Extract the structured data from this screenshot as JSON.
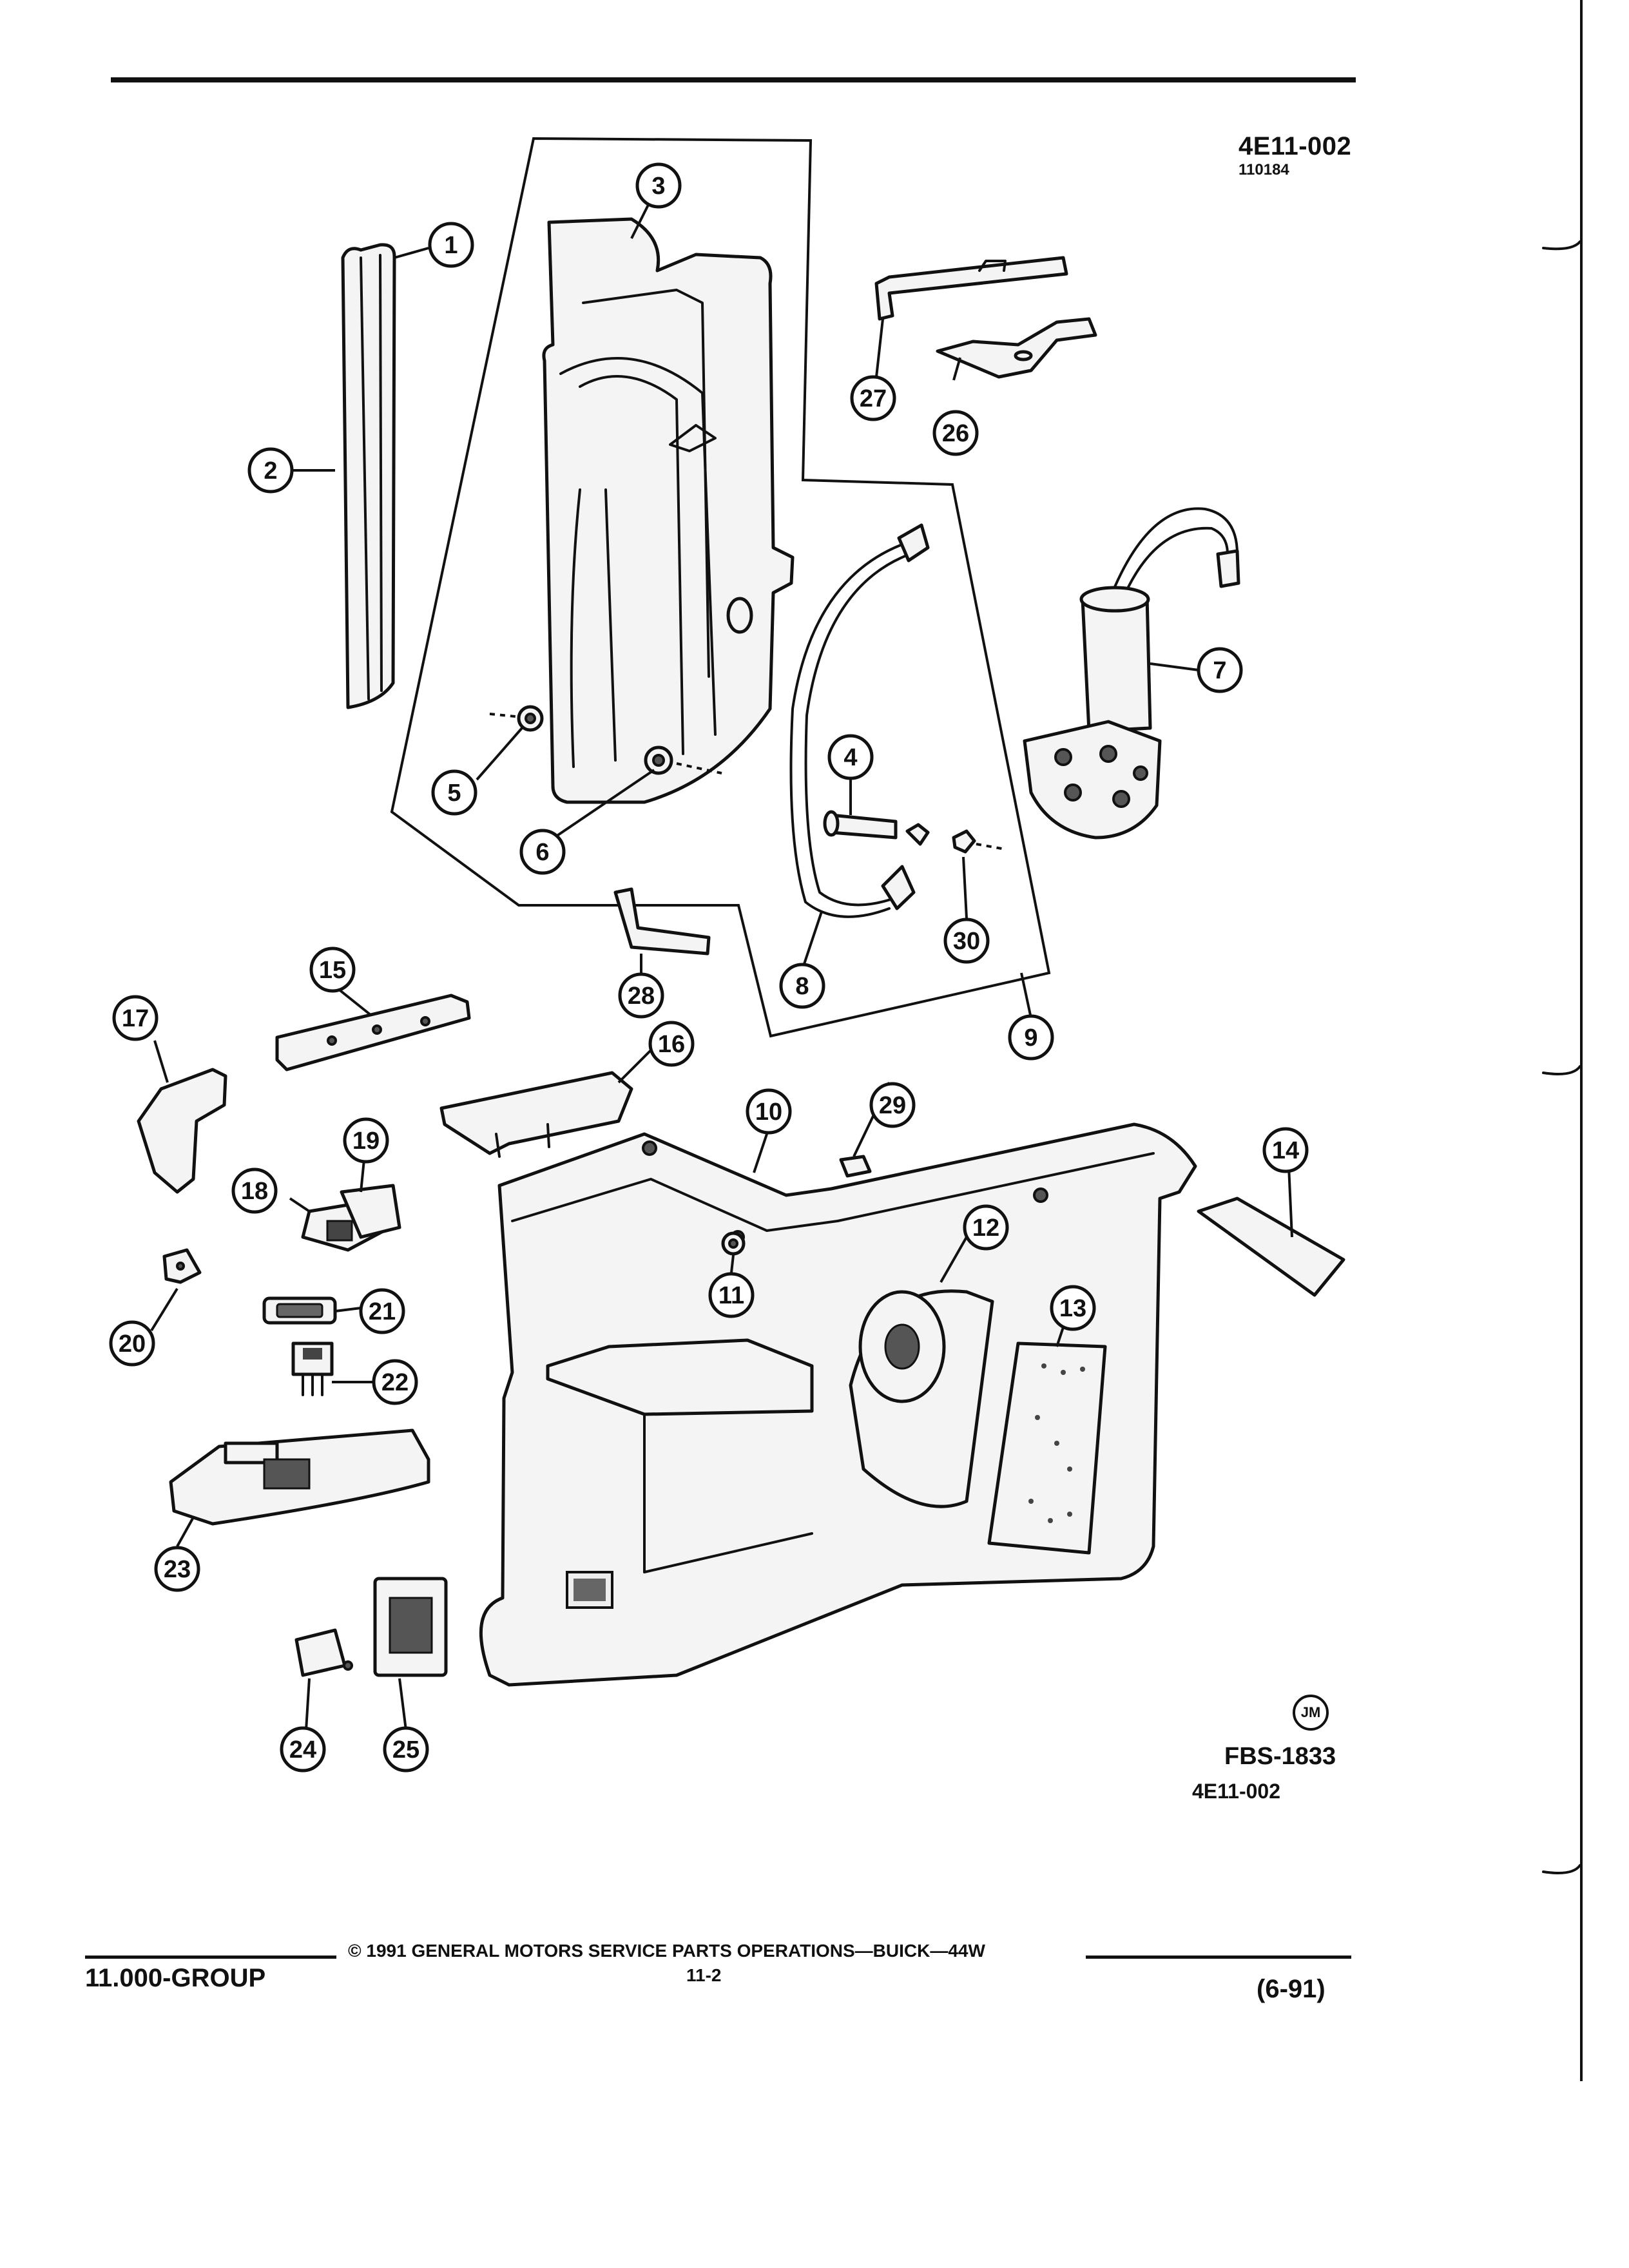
{
  "header": {
    "drawing_code": "4E11-002",
    "drawing_sub": "110184"
  },
  "figure": {
    "id": "FBS-1833",
    "ref": "4E11-002",
    "artist_mark": "JM",
    "callouts": [
      "1",
      "2",
      "3",
      "4",
      "5",
      "6",
      "7",
      "8",
      "9",
      "10",
      "11",
      "12",
      "13",
      "14",
      "15",
      "16",
      "17",
      "18",
      "19",
      "20",
      "21",
      "22",
      "23",
      "24",
      "25",
      "26",
      "27",
      "28",
      "29",
      "30"
    ]
  },
  "footer": {
    "group": "11.000-GROUP",
    "copyright": "© 1991 GENERAL MOTORS SERVICE PARTS OPERATIONS—BUICK—44W",
    "page": "11-2",
    "revision": "(6-91)"
  }
}
